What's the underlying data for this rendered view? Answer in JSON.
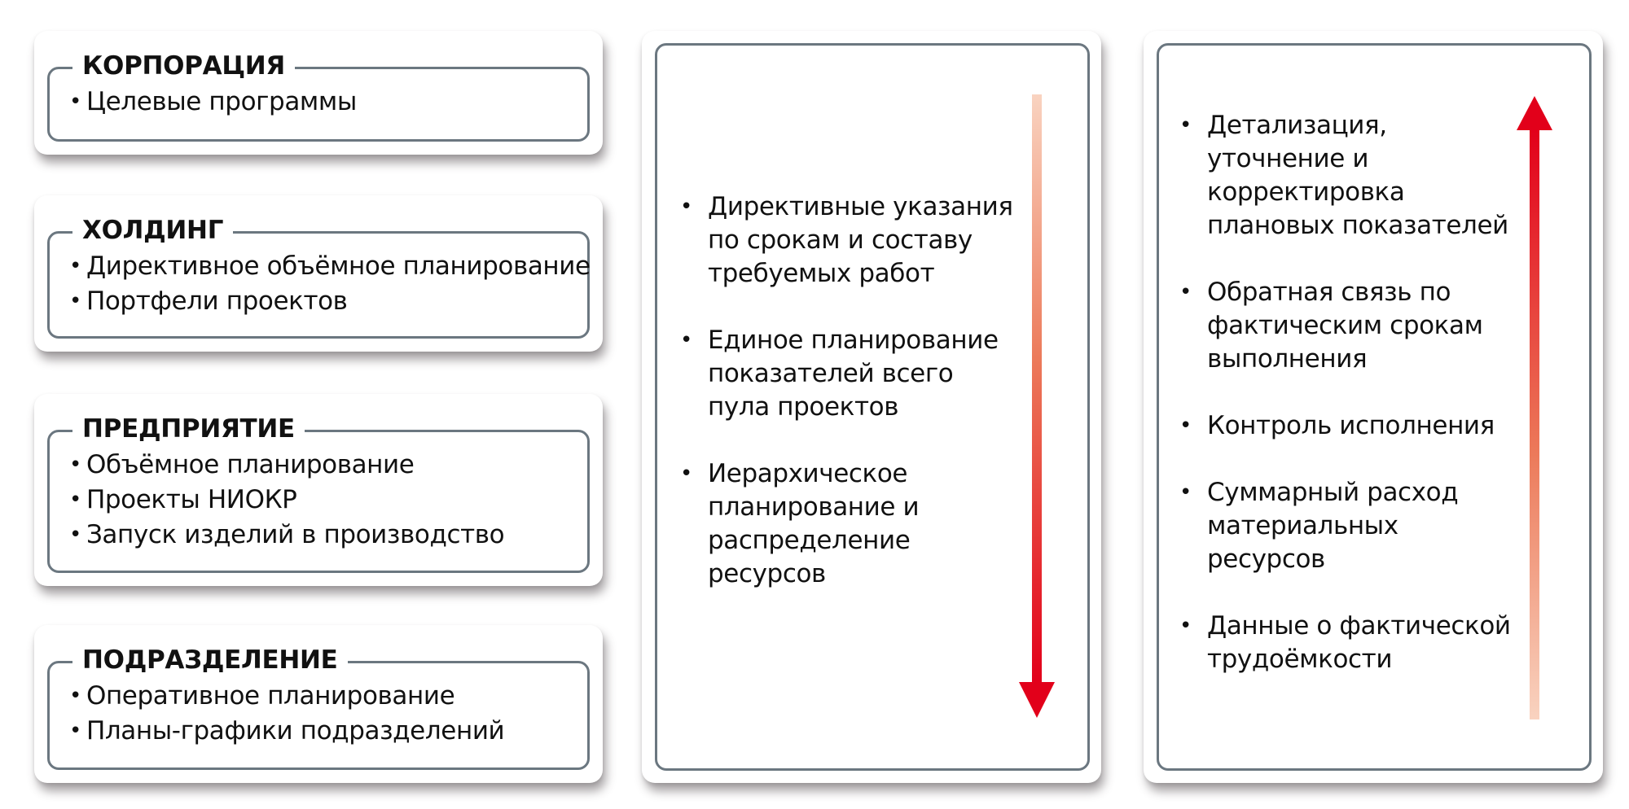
{
  "levels": [
    {
      "title": "КОРПОРАЦИЯ",
      "items": [
        "Целевые программы"
      ]
    },
    {
      "title": "ХОЛДИНГ",
      "items": [
        "Директивное объёмное планирование",
        "Портфели проектов"
      ]
    },
    {
      "title": "ПРЕДПРИЯТИЕ",
      "items": [
        "Объёмное планирование",
        "Проекты НИОКР",
        "Запуск изделий в производство"
      ]
    },
    {
      "title": "ПОДРАЗДЕЛЕНИЕ",
      "items": [
        "Оперативное планирование",
        "Планы-графики подразделений"
      ]
    }
  ],
  "top_down": {
    "direction": "down",
    "items": [
      [
        "Директивные указания",
        "по срокам и составу",
        "требуемых работ"
      ],
      [
        "Единое планирование",
        "показателей всего",
        "пула проектов"
      ],
      [
        "Иерархическое",
        "планирование и",
        "распределение",
        "ресурсов"
      ]
    ]
  },
  "bottom_up": {
    "direction": "up",
    "items": [
      [
        "Детализация,",
        "уточнение и",
        "корректировка",
        "плановых показателей"
      ],
      [
        "Обратная связь по",
        "фактическим срокам",
        "выполнения"
      ],
      [
        "Контроль исполнения"
      ],
      [
        "Суммарный расход",
        "материальных",
        "ресурсов"
      ],
      [
        "Данные о фактической",
        "трудоёмкости"
      ]
    ]
  },
  "colors": {
    "arrow_strong": "#e2001a",
    "arrow_light": "#f9d3c0",
    "frame_border": "#6b7780"
  }
}
